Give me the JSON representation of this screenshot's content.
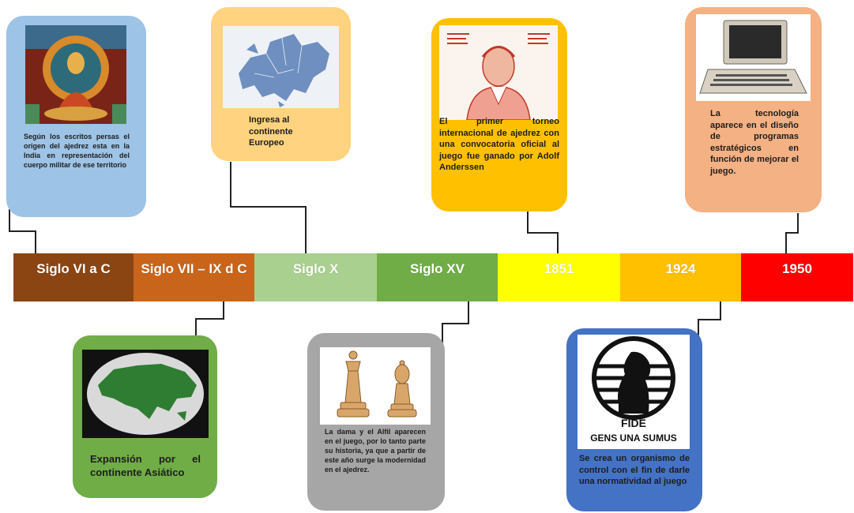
{
  "timeline": [
    {
      "label": "Siglo VI a C",
      "color": "#8b4513"
    },
    {
      "label": "Siglo VII – IX d C",
      "color": "#c8651b"
    },
    {
      "label": "Siglo X",
      "color": "#a9d08e"
    },
    {
      "label": "Siglo XV",
      "color": "#70ad47"
    },
    {
      "label": "1851",
      "color": "#ffff00"
    },
    {
      "label": "1924",
      "color": "#ffc000"
    },
    {
      "label": "1950",
      "color": "#ff0000"
    }
  ],
  "cards": {
    "siglo_vi": {
      "text": "Según los escritos persas el origen del ajedrez esta en la India en representación del cuerpo militar de ese territorio",
      "color": "#9dc3e6",
      "image": "buddha-painting"
    },
    "siglo_vii": {
      "text": "Expansión por el continente Asiático",
      "color": "#70ad47",
      "image": "asia-globe-map"
    },
    "siglo_x": {
      "text": "Ingresa al continente Europeo",
      "color": "#ffd37f",
      "image": "europe-map"
    },
    "siglo_xv": {
      "text": "La dama y el Alfil aparecen en el juego, por lo tanto parte su historia, ya que a partir de este año surge la modernidad en el ajedrez.",
      "color": "#a6a6a6",
      "image": "chess-queen-bishop"
    },
    "y1851": {
      "text": "El primer torneo internacional de ajedrez con una convocatoria oficial al juego fue ganado por Adolf Anderssen",
      "color": "#ffc000",
      "image": "adolf-anderssen-portrait"
    },
    "y1924": {
      "text": "Se crea un organismo de control con el fin de darle una normatividad al juego",
      "color": "#4472c4",
      "image": "fide-logo",
      "logo_text": "FIDE",
      "logo_motto": "GENS UNA SUMUS"
    },
    "y1950": {
      "text": "La tecnología aparece en el diseño de programas estratégicos en función de mejorar el juego.",
      "color": "#f4b183",
      "image": "vintage-computer"
    }
  }
}
